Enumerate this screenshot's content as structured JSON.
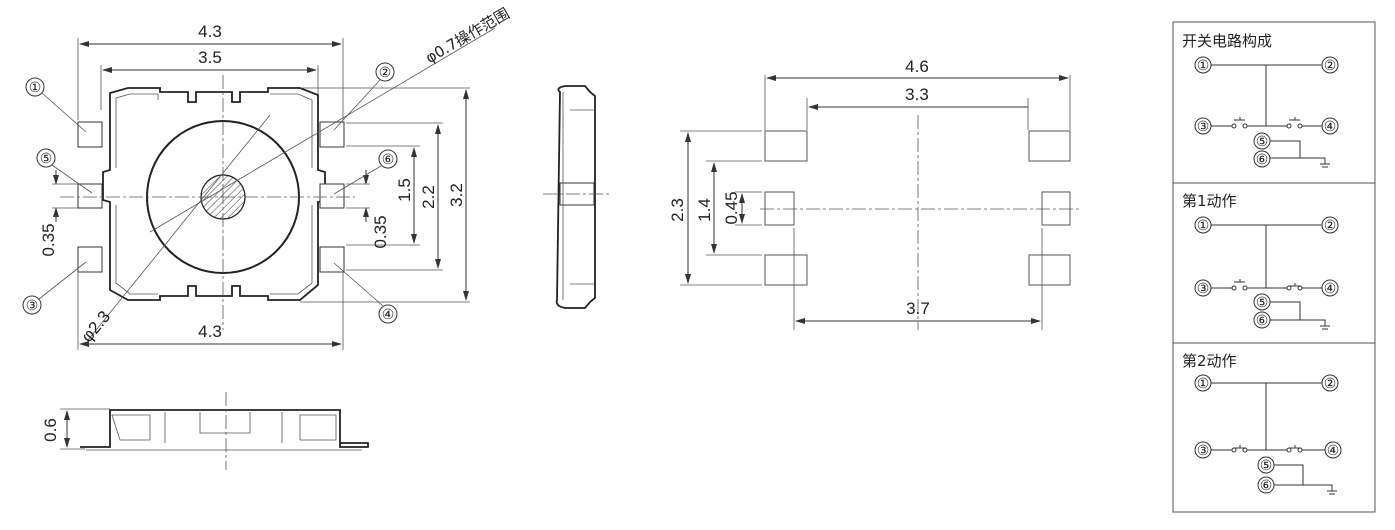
{
  "top_view": {
    "dims": {
      "overall_width_top": "4.3",
      "body_width": "3.5",
      "overall_width_bottom": "4.3",
      "height_outer": "3.2",
      "height_mid": "2.2",
      "height_inner": "1.5",
      "pin_width_left": "0.35",
      "pin_width_right": "0.35",
      "diameter_button": "φ2.3",
      "operating_range": "φ0.7操作范围"
    },
    "pins": [
      "①",
      "②",
      "③",
      "④",
      "⑤",
      "⑥"
    ]
  },
  "side_view": {
    "dims": {
      "height": "0.6"
    }
  },
  "footprint": {
    "dims": {
      "overall_width": "4.6",
      "inner_width": "3.3",
      "bottom_width": "3.7",
      "overall_height": "2.3",
      "mid_height": "1.4",
      "center_pad": "0.45"
    }
  },
  "circuits": [
    {
      "title": "开关电路构成",
      "pins": [
        "①",
        "②",
        "③",
        "④",
        "⑤",
        "⑥"
      ],
      "state": "open"
    },
    {
      "title": "第1动作",
      "pins": [
        "①",
        "②",
        "③",
        "④",
        "⑤",
        "⑥"
      ],
      "state": "right-closed"
    },
    {
      "title": "第2动作",
      "pins": [
        "①",
        "②",
        "③",
        "④",
        "⑤",
        "⑥"
      ],
      "state": "both-closed"
    }
  ]
}
